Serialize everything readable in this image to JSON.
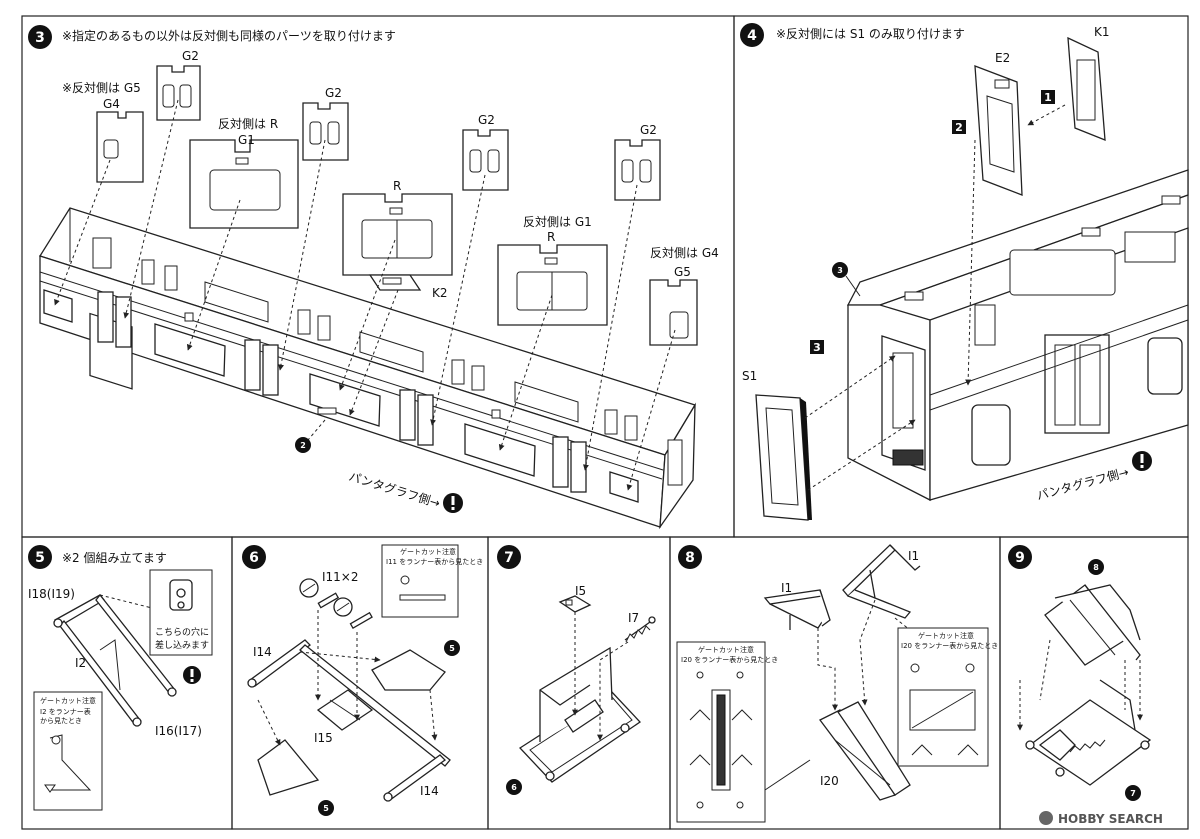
{
  "steps": {
    "s3": {
      "num": "3",
      "note": "※指定のあるもの以外は反対側も同様のパーツを取り付けます"
    },
    "s4": {
      "num": "4",
      "note": "※反対側には S1 のみ取り付けます"
    },
    "s5": {
      "num": "5",
      "note": "※2 個組み立てます"
    },
    "s6": {
      "num": "6"
    },
    "s7": {
      "num": "7"
    },
    "s8": {
      "num": "8"
    },
    "s9": {
      "num": "9"
    }
  },
  "step3_labels": {
    "g5_note": "※反対側は G5",
    "g4": "G4",
    "g2a": "G2",
    "r_note": "反対側は R",
    "g1": "G1",
    "g2b": "G2",
    "r": "R",
    "g2c": "G2",
    "g2d": "G2",
    "g1_note": "反対側は G1",
    "r2": "R",
    "g4_note": "反対側は G4",
    "g5": "G5",
    "k2": "K2",
    "ref2": "2",
    "panto": "パンタグラフ側→"
  },
  "step4_labels": {
    "k1": "K1",
    "e2": "E2",
    "sq1": "1",
    "sq2": "2",
    "sq3": "3",
    "ref3": "3",
    "s1": "S1",
    "panto": "パンタグラフ側→"
  },
  "step5_labels": {
    "i18": "I18(I19)",
    "i2": "I2",
    "i16": "I16(I17)",
    "hole_note_1": "こちらの穴に",
    "hole_note_2": "差し込みます",
    "gate_title": "ゲートカット注意",
    "gate_l1": "I2 をランナー表",
    "gate_l2": "から見たとき"
  },
  "step6_labels": {
    "i11": "I11×2",
    "i14a": "I14",
    "i15": "I15",
    "i14b": "I14",
    "ref5a": "5",
    "ref5b": "5",
    "gate_title": "ゲートカット注意",
    "gate_l1": "I11 をランナー表から見たとき"
  },
  "step7_labels": {
    "i5": "I5",
    "i7": "I7",
    "ref6": "6"
  },
  "step8_labels": {
    "i1a": "I1",
    "i1b": "I1",
    "i20": "I20",
    "gate_left_title": "ゲートカット注意",
    "gate_left_l1": "I20 をランナー表から見たとき",
    "gate_right_title": "ゲートカット注意",
    "gate_right_l1": "I20 をランナー表から見たとき"
  },
  "step9_labels": {
    "ref8": "8",
    "ref7": "7"
  },
  "watermark": "HOBBY SEARCH",
  "colors": {
    "ink": "#222222",
    "paper": "#ffffff"
  }
}
